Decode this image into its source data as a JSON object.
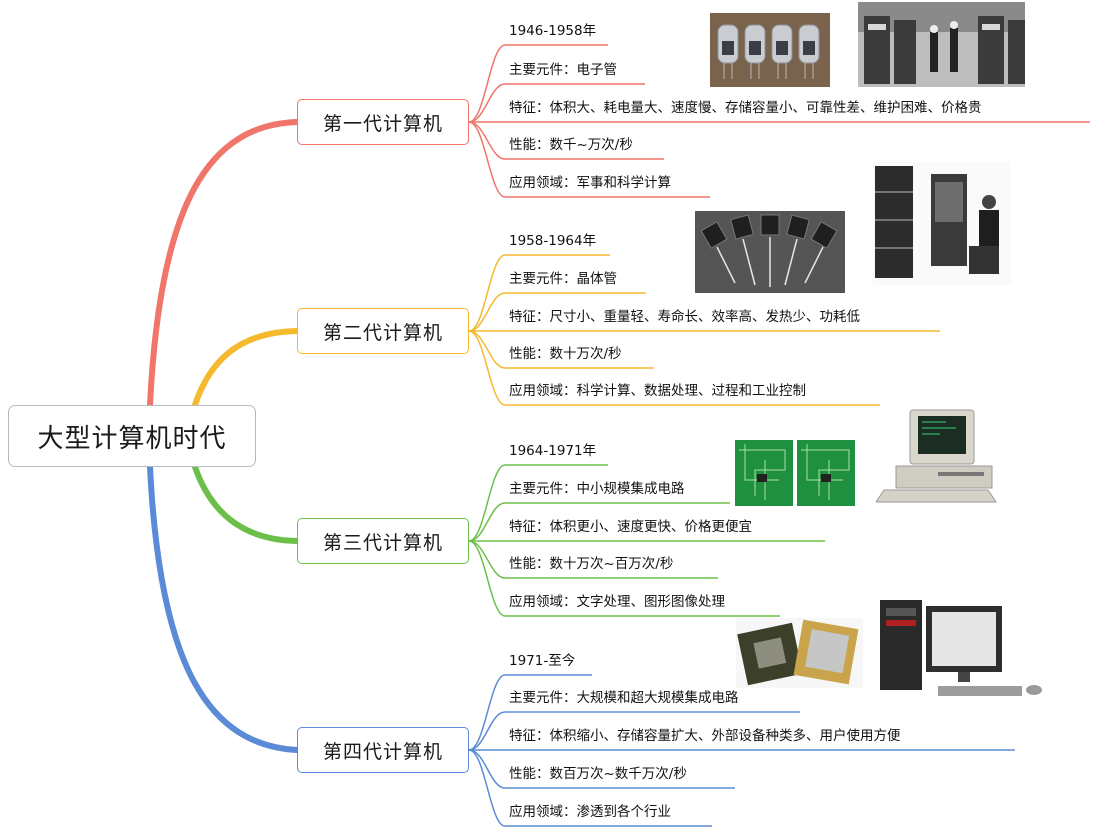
{
  "root": {
    "label": "大型计算机时代"
  },
  "branches": [
    {
      "label": "第一代计算机",
      "color": "#f0756a",
      "items": [
        "1946-1958年",
        "主要元件：电子管",
        "特征：体积大、耗电量大、速度慢、存储容量小、可靠性差、维护困难、价格贵",
        "性能：数千~万次/秒",
        "应用领域：军事和科学计算"
      ],
      "images": [
        "vacuum-tubes-photo",
        "early-computer-room-photo"
      ]
    },
    {
      "label": "第二代计算机",
      "color": "#f5b92e",
      "items": [
        "1958-1964年",
        "主要元件：晶体管",
        "特征：尺寸小、重量轻、寿命长、效率高、发热少、功耗低",
        "性能：数十万次/秒",
        "应用领域：科学计算、数据处理、过程和工业控制"
      ],
      "images": [
        "transistors-photo",
        "transistor-computer-photo"
      ]
    },
    {
      "label": "第三代计算机",
      "color": "#6cc04a",
      "items": [
        "1964-1971年",
        "主要元件：中小规模集成电路",
        "特征：体积更小、速度更快、价格更便宜",
        "性能：数十万次~百万次/秒",
        "应用领域：文字处理、图形图像处理"
      ],
      "images": [
        "circuit-board-photo",
        "ibm-pc-photo"
      ]
    },
    {
      "label": "第四代计算机",
      "color": "#5b8bd6",
      "items": [
        "1971-至今",
        "主要元件：大规模和超大规模集成电路",
        "特征：体积缩小、存储容量扩大、外部设备种类多、用户使用方便",
        "性能：数百万次~数千万次/秒",
        "应用领域：渗透到各个行业"
      ],
      "images": [
        "cpu-chips-photo",
        "desktop-pc-photo"
      ]
    }
  ]
}
